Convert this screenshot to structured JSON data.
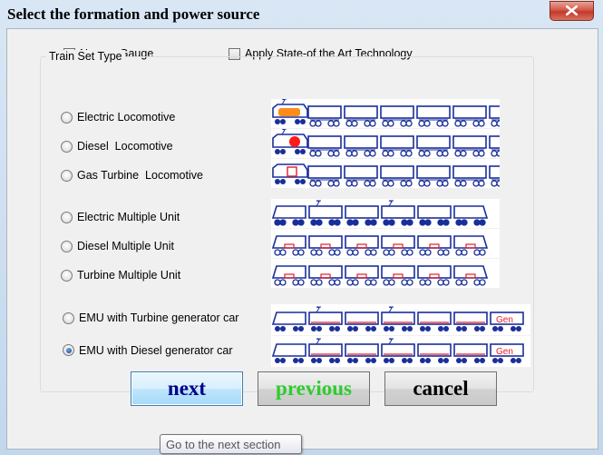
{
  "window": {
    "title": "Select the formation and power source"
  },
  "options": {
    "narrow_gauge": {
      "label": "Narrow Gauge",
      "checked": false
    },
    "state_of_art": {
      "label": "Apply State-of the Art Technology",
      "checked": false
    }
  },
  "train_set": {
    "group_label": "Train Set Type",
    "items": [
      {
        "label": "Electric Locomotive",
        "selected": false
      },
      {
        "label": "Diesel  Locomotive",
        "selected": false
      },
      {
        "label": "Gas Turbine  Locomotive",
        "selected": false
      },
      {
        "label": "Electric Multiple Unit",
        "selected": false
      },
      {
        "label": "Diesel Multiple Unit",
        "selected": false
      },
      {
        "label": "Turbine Multiple Unit",
        "selected": false
      },
      {
        "label": "EMU with Turbine generator car",
        "selected": false
      },
      {
        "label": "EMU with Diesel generator car",
        "selected": true
      }
    ],
    "generator_label": "Gen"
  },
  "buttons": {
    "next": {
      "label": "next",
      "color": "#00008b"
    },
    "previous": {
      "label": "previous",
      "color": "#2ecc2e"
    },
    "cancel": {
      "label": "cancel",
      "color": "#000000"
    }
  },
  "tooltip": {
    "text": "Go to the next section"
  },
  "colors": {
    "train_blue": "#1a2e9a",
    "electric_loco": "#ff8c1a",
    "diesel_loco": "#ff1a1a",
    "diesel_detail": "#e0202a"
  }
}
